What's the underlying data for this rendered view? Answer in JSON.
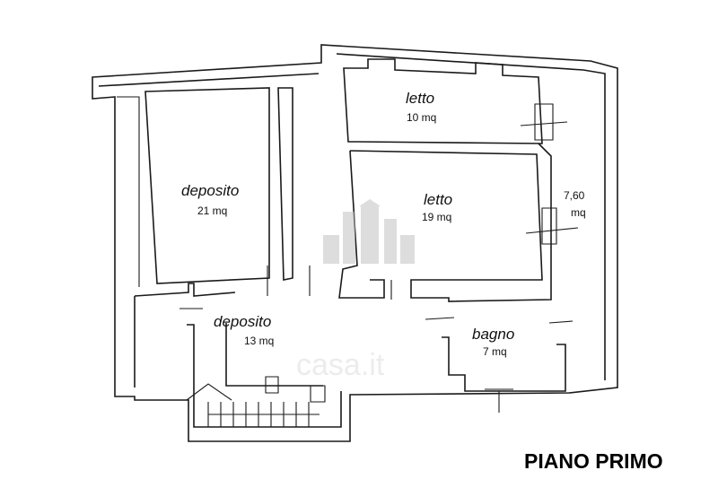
{
  "rooms": [
    {
      "name": "letto",
      "area": "10 mq"
    },
    {
      "name": "deposito",
      "area": "21 mq"
    },
    {
      "name": "letto",
      "area": "19 mq"
    },
    {
      "name": "deposito",
      "area": "13 mq"
    },
    {
      "name": "bagno",
      "area": "7 mq"
    }
  ],
  "dimension": {
    "value": "7,60",
    "unit": "mq"
  },
  "floor_label": "PIANO PRIMO",
  "watermark": {
    "text": "casa.it"
  },
  "colors": {
    "line": "#1a1a1a",
    "watermark": "#b9b9b9"
  }
}
